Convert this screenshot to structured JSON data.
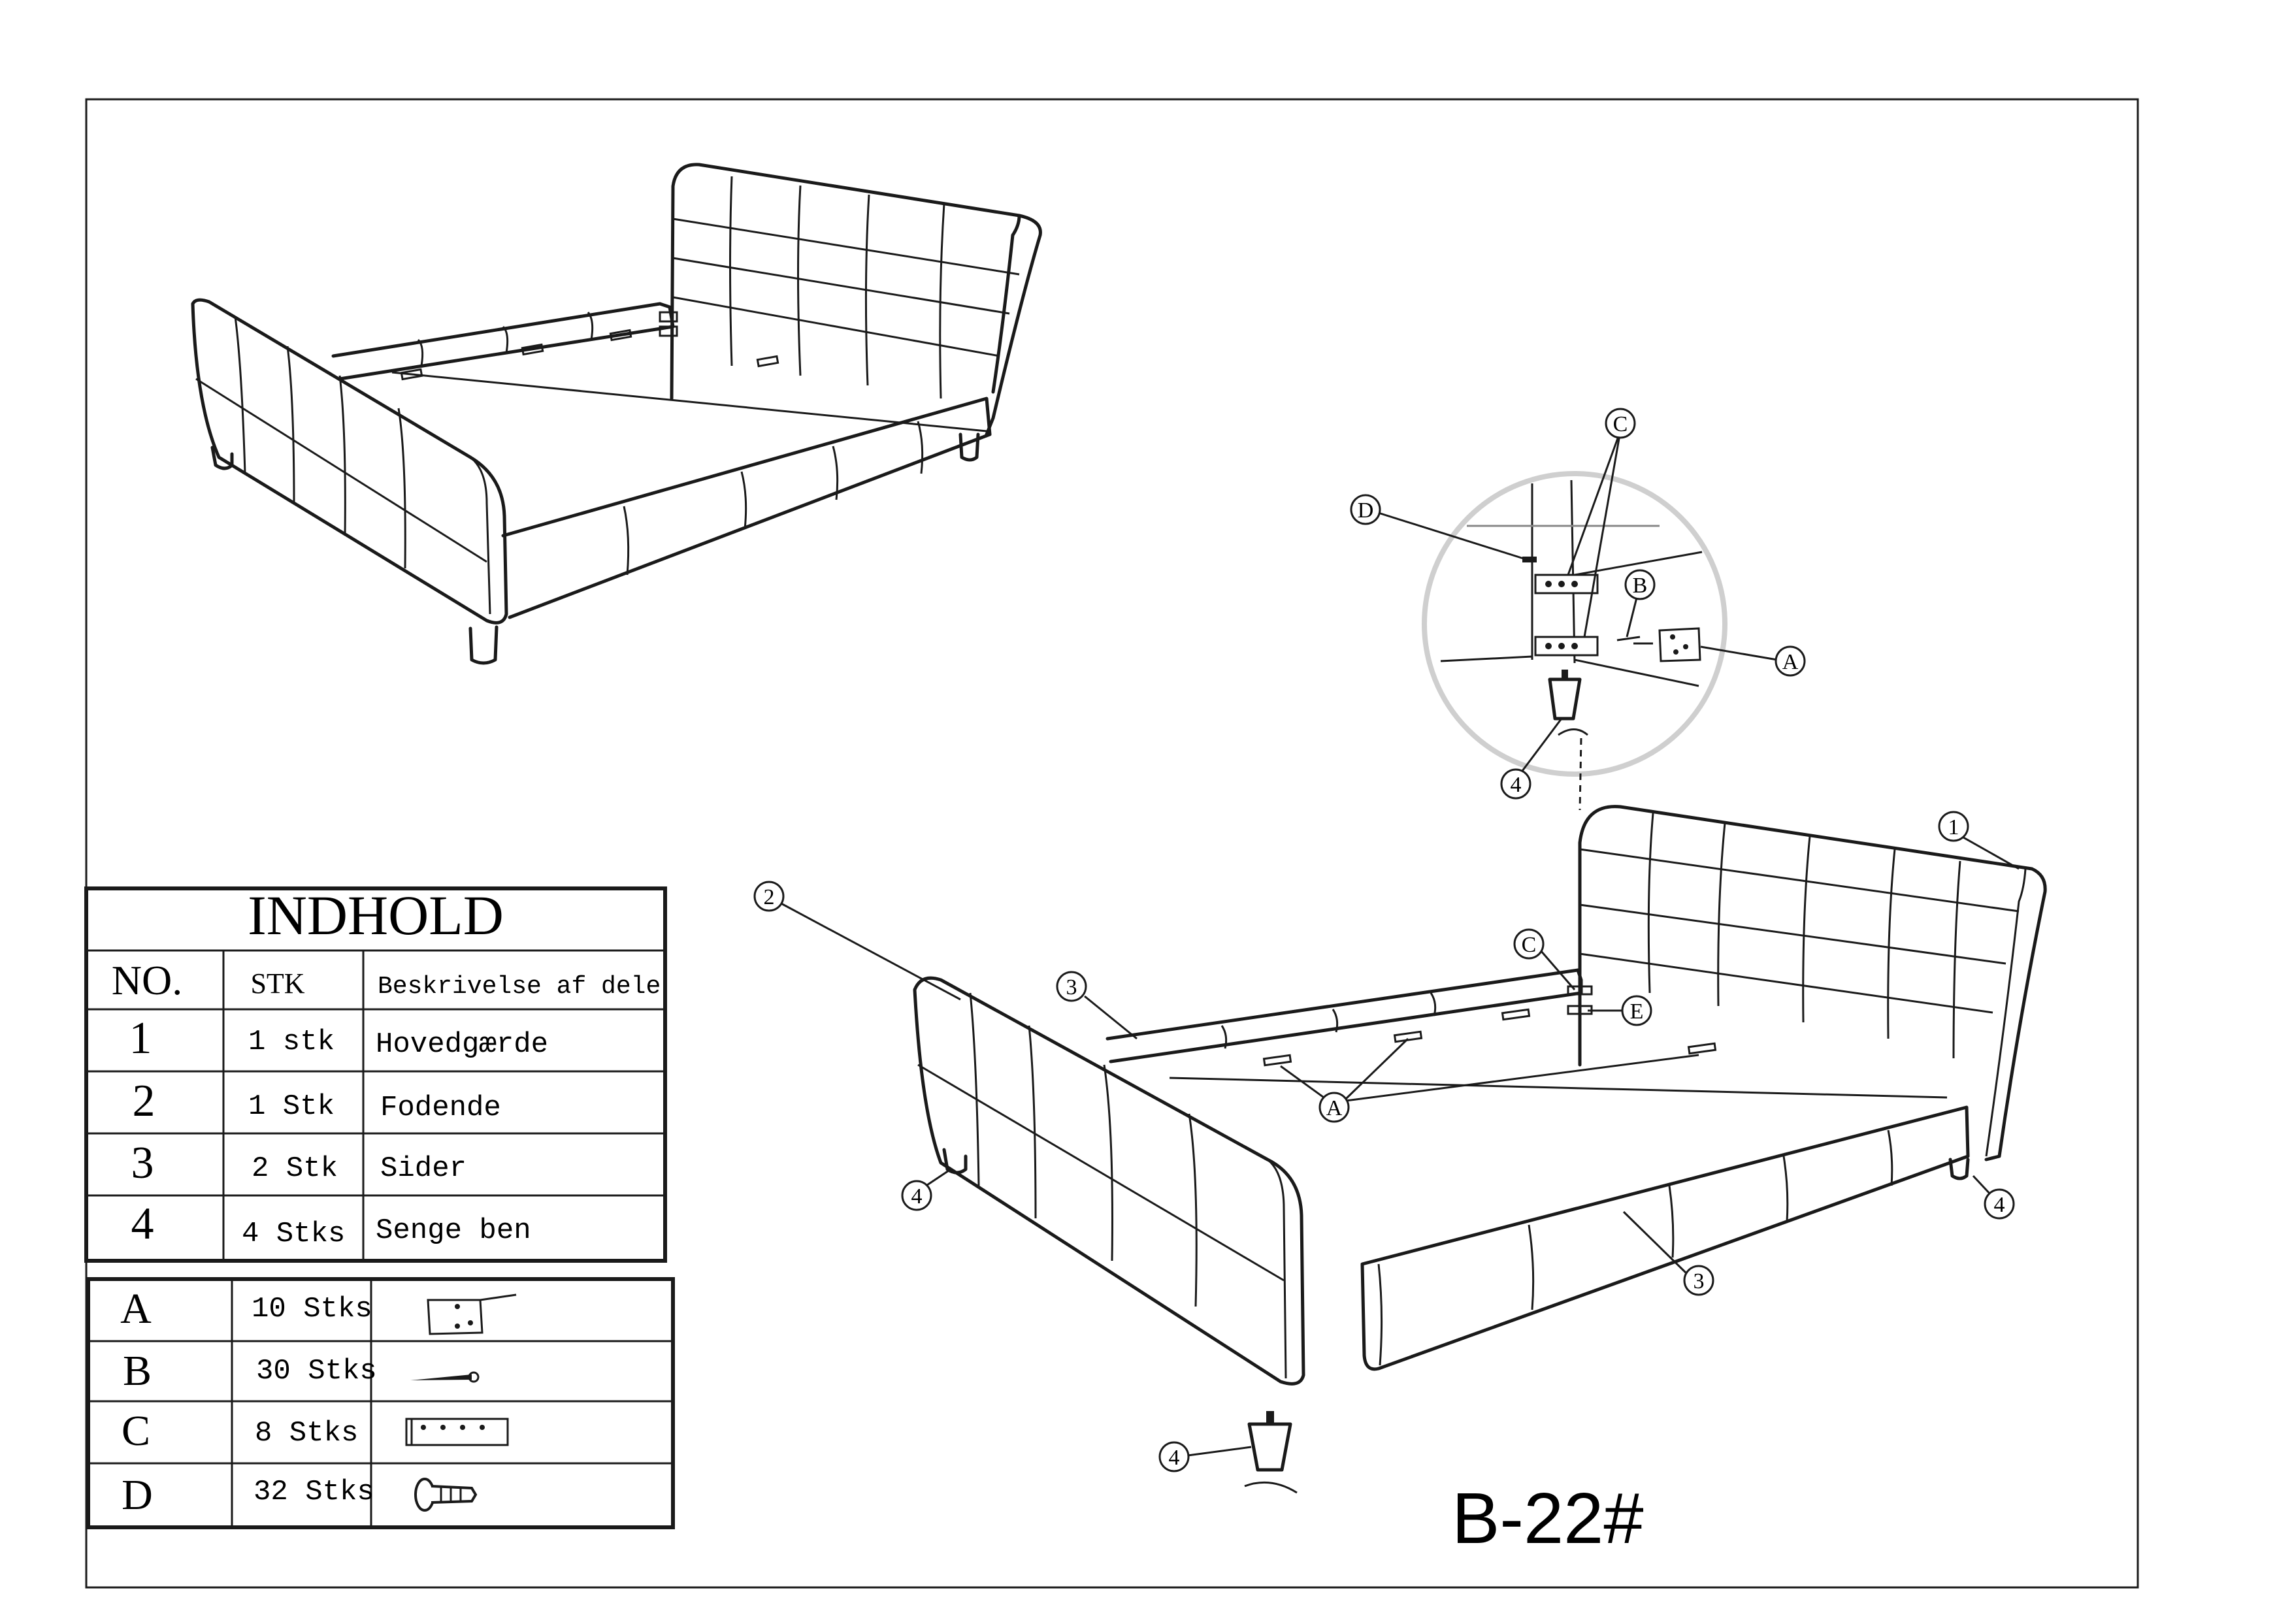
{
  "parts_table": {
    "title": "INDHOLD",
    "headers": {
      "no": "NO.",
      "qty": "STK",
      "desc": "Beskrivelse af dele"
    },
    "rows": [
      {
        "no": "1",
        "qty": "1 stk",
        "desc": "Hovedgærde"
      },
      {
        "no": "2",
        "qty": "1 Stk",
        "desc": "Fodende"
      },
      {
        "no": "3",
        "qty": "2 Stk",
        "desc": "Sider"
      },
      {
        "no": "4",
        "qty": "4 Stks",
        "desc": "Senge ben"
      }
    ]
  },
  "hardware_table": {
    "rows": [
      {
        "id": "A",
        "qty": "10 Stks",
        "icon": "bracket-plate-icon"
      },
      {
        "id": "B",
        "qty": "30 Stks",
        "icon": "screw-icon"
      },
      {
        "id": "C",
        "qty": "8 Stks",
        "icon": "connector-plate-icon"
      },
      {
        "id": "D",
        "qty": "32 Stks",
        "icon": "bolt-icon"
      }
    ]
  },
  "callouts": {
    "headboard": "1",
    "footboard": "2",
    "side_rail": "3",
    "leg": "4",
    "plate_a": "A",
    "screw_b": "B",
    "plate_c": "C",
    "bolt_d": "D",
    "part_e": "E"
  },
  "model_code": "B-22#"
}
